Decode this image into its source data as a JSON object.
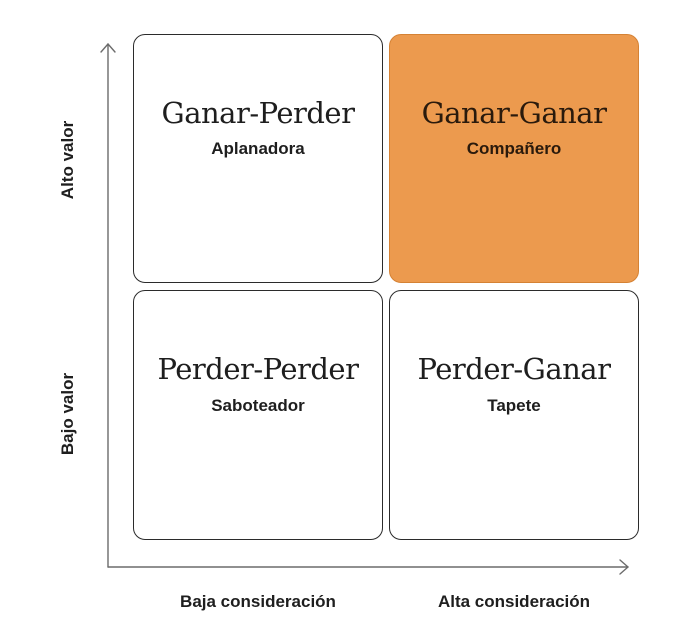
{
  "quadrants": {
    "top_left": {
      "title": "Ganar-Perder",
      "subtitle": "Aplanadora"
    },
    "top_right": {
      "title": "Ganar-Ganar",
      "subtitle": "Compañero"
    },
    "bottom_left": {
      "title": "Perder-Perder",
      "subtitle": "Saboteador"
    },
    "bottom_right": {
      "title": "Perder-Ganar",
      "subtitle": "Tapete"
    }
  },
  "y_axis": {
    "high_label": "Alto valor",
    "low_label": "Bajo valor"
  },
  "x_axis": {
    "low_label": "Baja consideración",
    "high_label": "Alta consideración"
  },
  "colors": {
    "highlight": "#ec9a4e",
    "border": "#2b2b2b",
    "axis": "#6b6b6b"
  }
}
